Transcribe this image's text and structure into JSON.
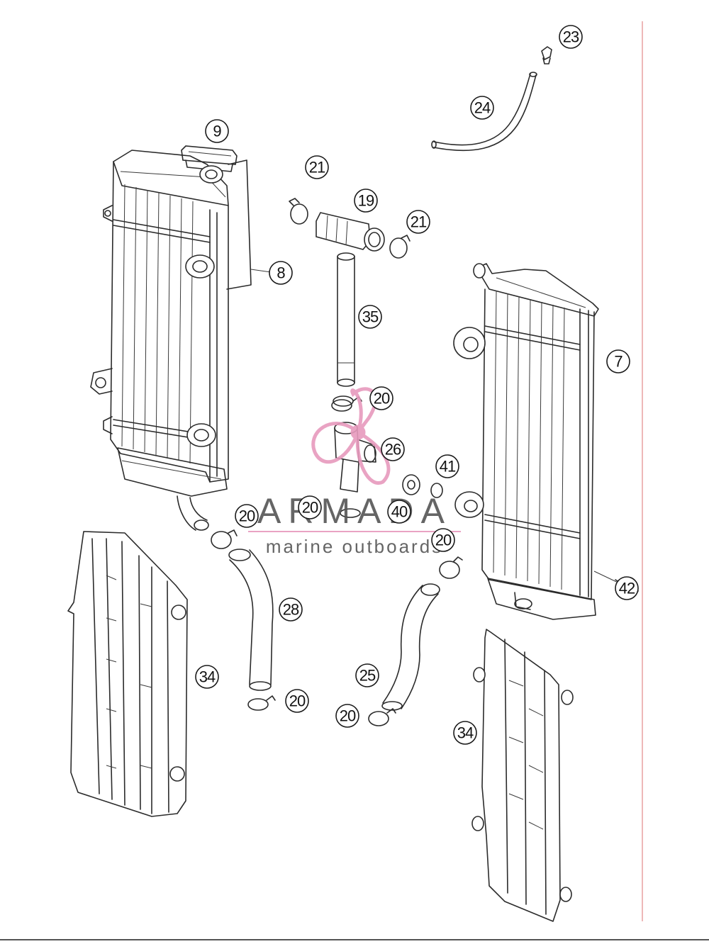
{
  "watermark": {
    "brand": "ARMADA",
    "tagline": "marine outboards",
    "logo_color": "#e79abd",
    "text_color": "#555555"
  },
  "accent": {
    "edge_line": "#e8a0a0"
  },
  "callouts": [
    {
      "id": "c23",
      "label": "23"
    },
    {
      "id": "c24",
      "label": "24"
    },
    {
      "id": "c9",
      "label": "9"
    },
    {
      "id": "c21a",
      "label": "21"
    },
    {
      "id": "c19",
      "label": "19"
    },
    {
      "id": "c21b",
      "label": "21"
    },
    {
      "id": "c8",
      "label": "8"
    },
    {
      "id": "c35",
      "label": "35"
    },
    {
      "id": "c7",
      "label": "7"
    },
    {
      "id": "c20a",
      "label": "20"
    },
    {
      "id": "c26",
      "label": "26"
    },
    {
      "id": "c41",
      "label": "41"
    },
    {
      "id": "c20b",
      "label": "20"
    },
    {
      "id": "c20c",
      "label": "20"
    },
    {
      "id": "c40",
      "label": "40"
    },
    {
      "id": "c20d",
      "label": "20"
    },
    {
      "id": "c42",
      "label": "42"
    },
    {
      "id": "c28",
      "label": "28"
    },
    {
      "id": "c34a",
      "label": "34"
    },
    {
      "id": "c25",
      "label": "25"
    },
    {
      "id": "c20e",
      "label": "20"
    },
    {
      "id": "c20f",
      "label": "20"
    },
    {
      "id": "c34b",
      "label": "34"
    }
  ]
}
